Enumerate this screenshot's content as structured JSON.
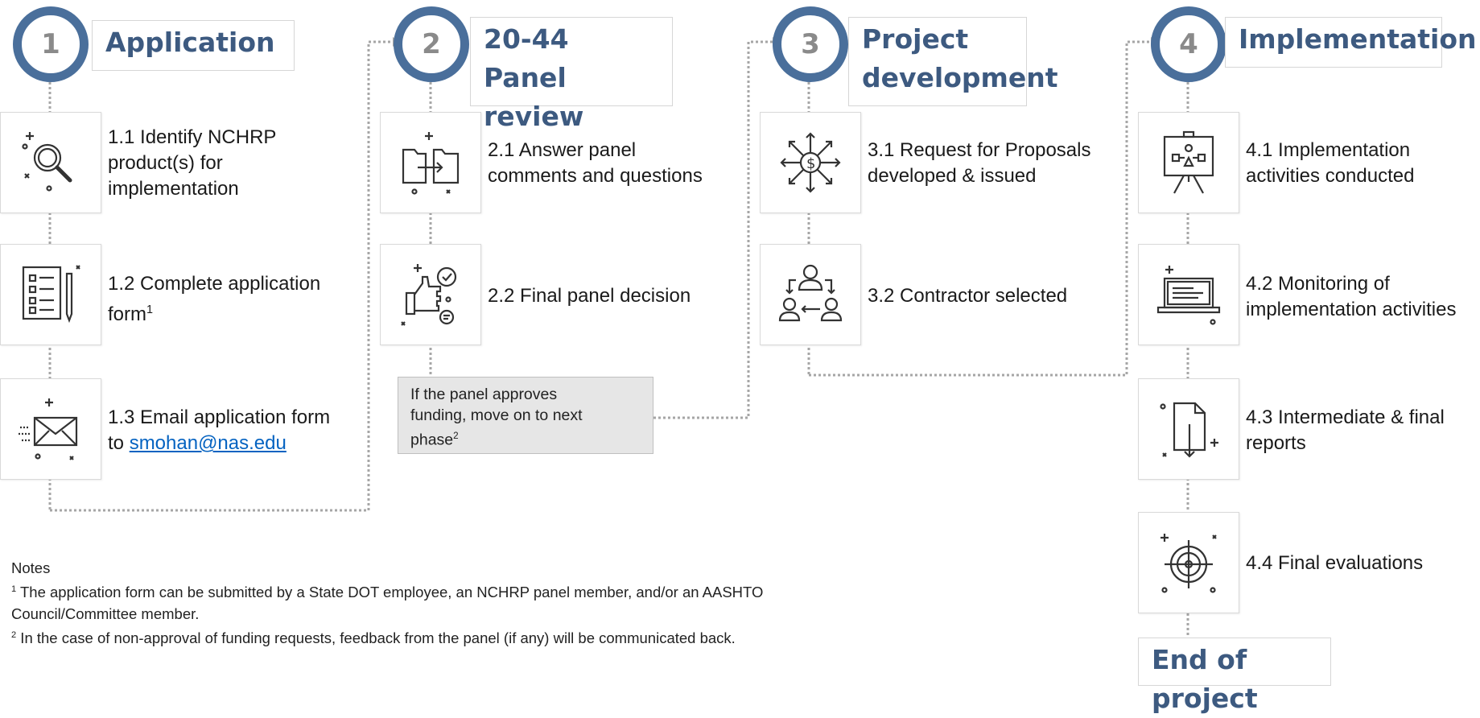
{
  "phases": [
    {
      "number": "1",
      "title": "Application"
    },
    {
      "number": "2",
      "title_line1": "20-44 Panel",
      "title_line2": "review"
    },
    {
      "number": "3",
      "title_line1": "Project",
      "title_line2": "development"
    },
    {
      "number": "4",
      "title": "Implementation"
    }
  ],
  "steps": {
    "s1_1": {
      "line1": "1.1 Identify NCHRP",
      "line2": "product(s) for",
      "line3": "implementation",
      "icon": "magnifier-icon"
    },
    "s1_2": {
      "line1": "1.2 Complete application",
      "line2": "form",
      "sup": "1",
      "icon": "form-icon"
    },
    "s1_3": {
      "line1": "1.3 Email application form",
      "prefix": "to ",
      "email": "smohan@nas.edu",
      "icon": "envelope-icon"
    },
    "s2_1": {
      "line1": "2.1 Answer panel",
      "line2": "comments and questions",
      "icon": "exchange-icon"
    },
    "s2_2": {
      "line1": "2.2 Final panel decision",
      "icon": "thumbs-up-icon"
    },
    "s3_1": {
      "line1": "3.1 Request for Proposals",
      "line2": "developed & issued",
      "icon": "dollar-network-icon"
    },
    "s3_2": {
      "line1": "3.2 Contractor selected",
      "icon": "people-cycle-icon"
    },
    "s4_1": {
      "line1": "4.1 Implementation",
      "line2": "activities conducted",
      "icon": "presentation-board-icon"
    },
    "s4_2": {
      "line1": "4.2 Monitoring of",
      "line2": "implementation activities",
      "icon": "laptop-icon"
    },
    "s4_3": {
      "line1": "4.3 Intermediate & final",
      "line2": "reports",
      "icon": "document-download-icon"
    },
    "s4_4": {
      "line1": "4.4 Final evaluations",
      "icon": "target-icon"
    }
  },
  "approval_note": {
    "line1": "If the panel approves",
    "line2": "funding, move on to next",
    "line3": "phase",
    "sup": "2"
  },
  "end_label": "End of project",
  "notes": {
    "heading": "Notes",
    "n1_sup": "1",
    "n1_text": " The application form can be submitted by a State DOT employee, an NCHRP panel member, and/or an AASHTO Council/Committee member.",
    "n2_sup": "2",
    "n2_text": " In the case of non-approval of funding requests, feedback from the panel (if any) will be communicated back."
  },
  "colors": {
    "circle_ring": "#4a6f9b",
    "title_text": "#3d5a80",
    "connector": "#a6a6a6",
    "note_bg": "#e6e6e6",
    "link": "#0563c1"
  }
}
